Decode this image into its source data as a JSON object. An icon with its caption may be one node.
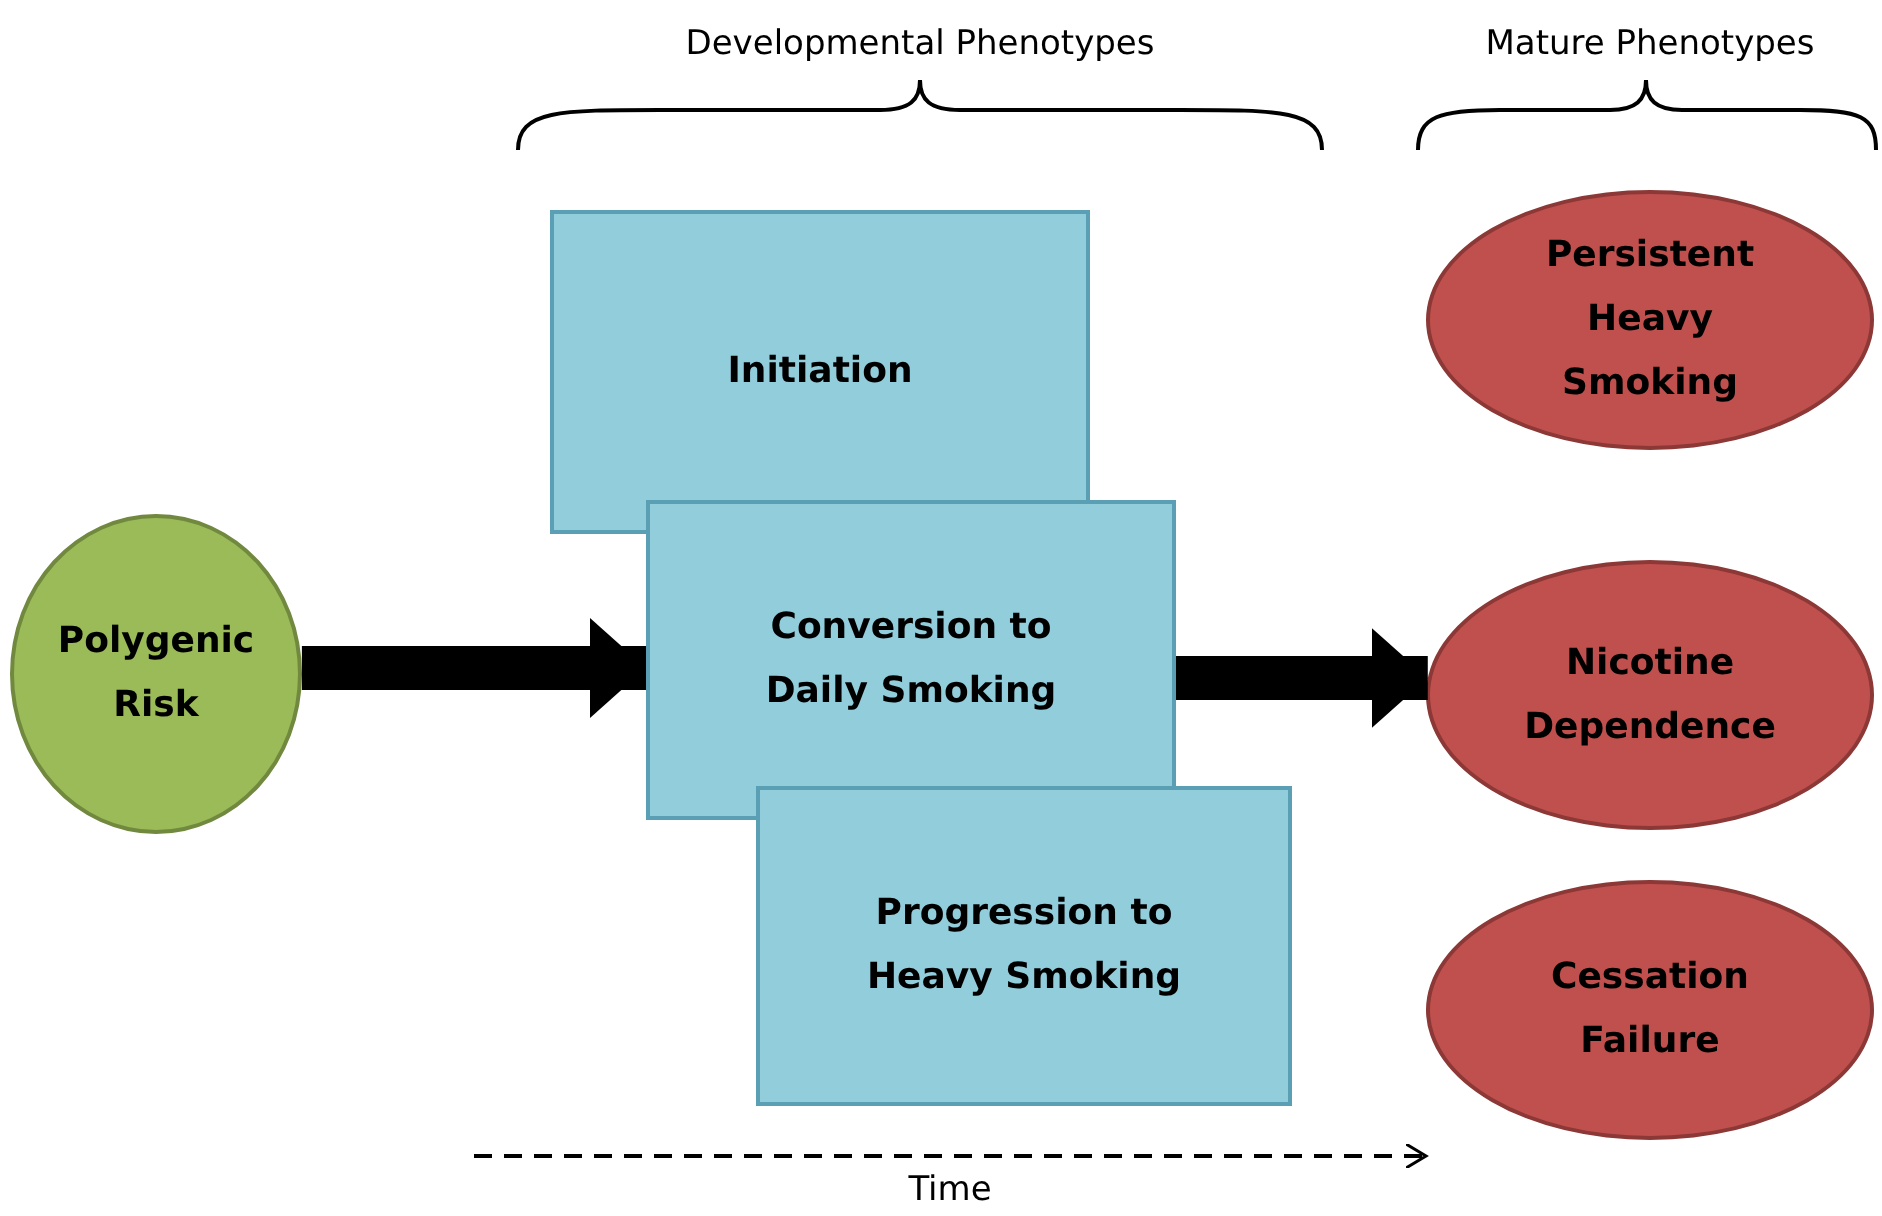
{
  "diagram": {
    "nodes": [
      {
        "text": [
          "Polygenic Risk"
        ]
      },
      {
        "text": [
          "Initiation"
        ]
      },
      {
        "text": [
          "Conversion to Daily Smoking"
        ]
      },
      {
        "text": [
          "Progression to Heavy Smoking"
        ]
      },
      {
        "text": [
          "Persistent Heavy Smoking"
        ]
      },
      {
        "text": [
          "Nicotine Dependence"
        ]
      },
      {
        "text": [
          "Cessation Failure"
        ]
      }
    ],
    "edges": [
      {
        "from": 0,
        "to": 2,
        "arrow": "to"
      },
      {
        "from": 2,
        "to": 5,
        "arrow": "to"
      }
    ],
    "labels": [
      "Developmental Phenotypes",
      "Mature Phenotypes",
      "Time"
    ]
  }
}
